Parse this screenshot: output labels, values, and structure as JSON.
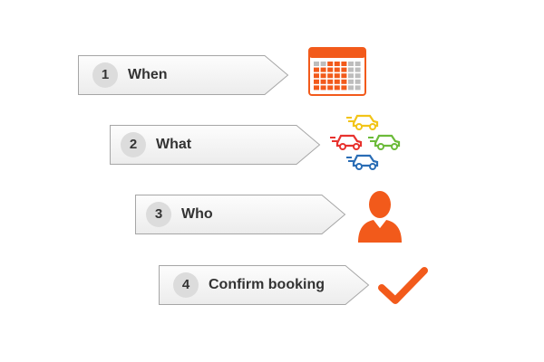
{
  "steps": [
    {
      "number": "1",
      "label": "When",
      "icon": "calendar-icon"
    },
    {
      "number": "2",
      "label": "What",
      "icon": "cars-icon"
    },
    {
      "number": "3",
      "label": "Who",
      "icon": "person-icon"
    },
    {
      "number": "4",
      "label": "Confirm booking",
      "icon": "checkmark-icon"
    }
  ],
  "colors": {
    "accent": "#f25a1b",
    "step_border": "#a6a6a6",
    "step_fill_top": "#fdfdfd",
    "step_fill_bottom": "#ececec",
    "number_bg": "#dcdcdc",
    "car_yellow": "#f2c418",
    "car_red": "#e8322e",
    "car_green": "#6cbb3a",
    "car_blue": "#2a6db5"
  }
}
